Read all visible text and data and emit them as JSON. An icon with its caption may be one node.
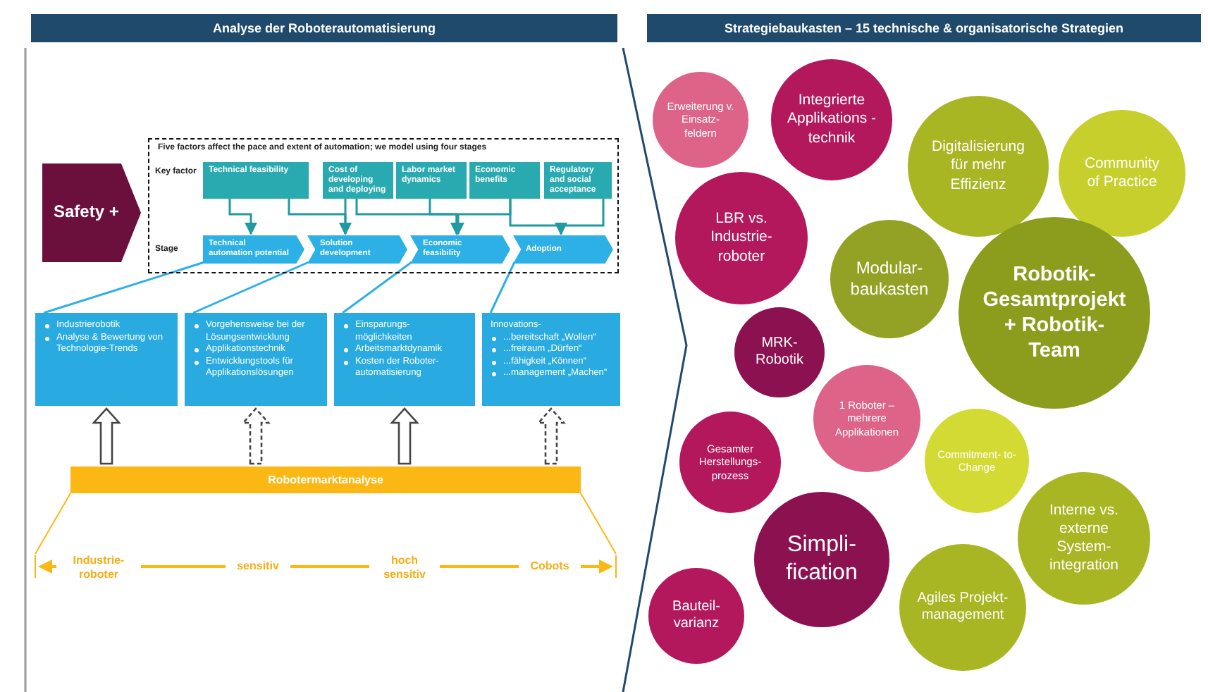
{
  "diagram": {
    "nodes": [
      {
        "text": [
          "Analyse der Roboterautomatisierung"
        ]
      },
      {
        "text": [
          "Strategiebaukasten – 15 technische & organisatorische Strategien"
        ]
      },
      {
        "text": [
          "Safety +"
        ]
      },
      {
        "text": [
          "Five factors affect the pace and extent  of automation; we model using four stages"
        ]
      },
      {
        "text": [
          "Technical feasibility"
        ],
        "in": 3
      },
      {
        "text": [
          "Cost of developing and deploying"
        ],
        "in": 3
      },
      {
        "text": [
          "Labor market dynamics"
        ],
        "in": 3
      },
      {
        "text": [
          "Economic benefits"
        ],
        "in": 3
      },
      {
        "text": [
          "Regulatory and social acceptance"
        ],
        "in": 3
      },
      {
        "text": [
          "Technical automation potential"
        ],
        "in": 3
      },
      {
        "text": [
          "Solution development"
        ],
        "in": 3
      },
      {
        "text": [
          "Economic feasibility"
        ],
        "in": 3
      },
      {
        "text": [
          "Adoption"
        ],
        "in": 3
      },
      {
        "text": [
          "Industrierobotik",
          "Analyse & Bewertung von Technologie-Trends"
        ]
      },
      {
        "text": [
          "Vorgehensweise bei der Lösungsentwicklung",
          "Applikationstechnik",
          "Entwicklungstools für Applikationslösungen"
        ]
      },
      {
        "text": [
          "Einsparungs- möglichkeiten",
          "Arbeitsmarktdynamik",
          "Kosten der Roboter- automatisierung"
        ]
      },
      {
        "text": [
          "Innovations-",
          "...bereitschaft „Wollen“",
          "...freiraum „Dürfen“",
          "...fähigkeit „Können“",
          "...management „Machen“"
        ]
      },
      {
        "text": [
          "Robotermarktanalyse"
        ]
      },
      {
        "text": [
          "Erweiterung v. Einsatz- feldern"
        ]
      },
      {
        "text": [
          "Integrierte Applikations -technik"
        ]
      },
      {
        "text": [
          "Digitalisierung für mehr Effizienz"
        ]
      },
      {
        "text": [
          "Community of Practice"
        ]
      },
      {
        "text": [
          "LBR vs. Industrie- roboter"
        ]
      },
      {
        "text": [
          "Modular- baukasten"
        ]
      },
      {
        "text": [
          "Robotik- Gesamtprojekt + Robotik- Team"
        ]
      },
      {
        "text": [
          "MRK- Robotik"
        ]
      },
      {
        "text": [
          "1 Roboter – mehrere Applikationen"
        ]
      },
      {
        "text": [
          "Gesamter Herstellungs- prozess"
        ]
      },
      {
        "text": [
          "Commitment- to-Change"
        ]
      },
      {
        "text": [
          "Interne vs. externe System- integration"
        ]
      },
      {
        "text": [
          "Simpli- fication"
        ]
      },
      {
        "text": [
          "Agiles Projekt- management"
        ]
      },
      {
        "text": [
          "Bauteil- varianz"
        ]
      }
    ],
    "edges": [
      {
        "from": 4,
        "to": 9,
        "arrow": "to"
      },
      {
        "from": 4,
        "to": 10,
        "arrow": "to"
      },
      {
        "from": 5,
        "to": 10,
        "arrow": "to"
      },
      {
        "from": 5,
        "to": 11,
        "arrow": "to"
      },
      {
        "from": 6,
        "to": 11,
        "arrow": "to"
      },
      {
        "from": 7,
        "to": 11,
        "arrow": "to"
      },
      {
        "from": 7,
        "to": 12,
        "arrow": "to"
      },
      {
        "from": 8,
        "to": 12,
        "arrow": "to"
      },
      {
        "from": 9,
        "to": 13,
        "arrow": "none",
        "color": "#2cb0e6"
      },
      {
        "from": 10,
        "to": 14,
        "arrow": "none",
        "color": "#2cb0e6"
      },
      {
        "from": 11,
        "to": 15,
        "arrow": "none",
        "color": "#2cb0e6"
      },
      {
        "from": 12,
        "to": 16,
        "arrow": "none",
        "color": "#2cb0e6"
      },
      {
        "from": 17,
        "to": 13,
        "arrow": "to",
        "color": "#444444"
      },
      {
        "from": 17,
        "to": 14,
        "arrow": "to",
        "style": "dashed",
        "color": "#444444"
      },
      {
        "from": 17,
        "to": 15,
        "arrow": "to",
        "color": "#444444"
      },
      {
        "from": 17,
        "to": 16,
        "arrow": "to",
        "style": "dashed",
        "color": "#444444"
      }
    ],
    "labels": [
      "Key factor",
      "Stage",
      "Industrie- roboter",
      "sensitiv",
      "hoch sensitiv",
      "Cobots"
    ]
  }
}
